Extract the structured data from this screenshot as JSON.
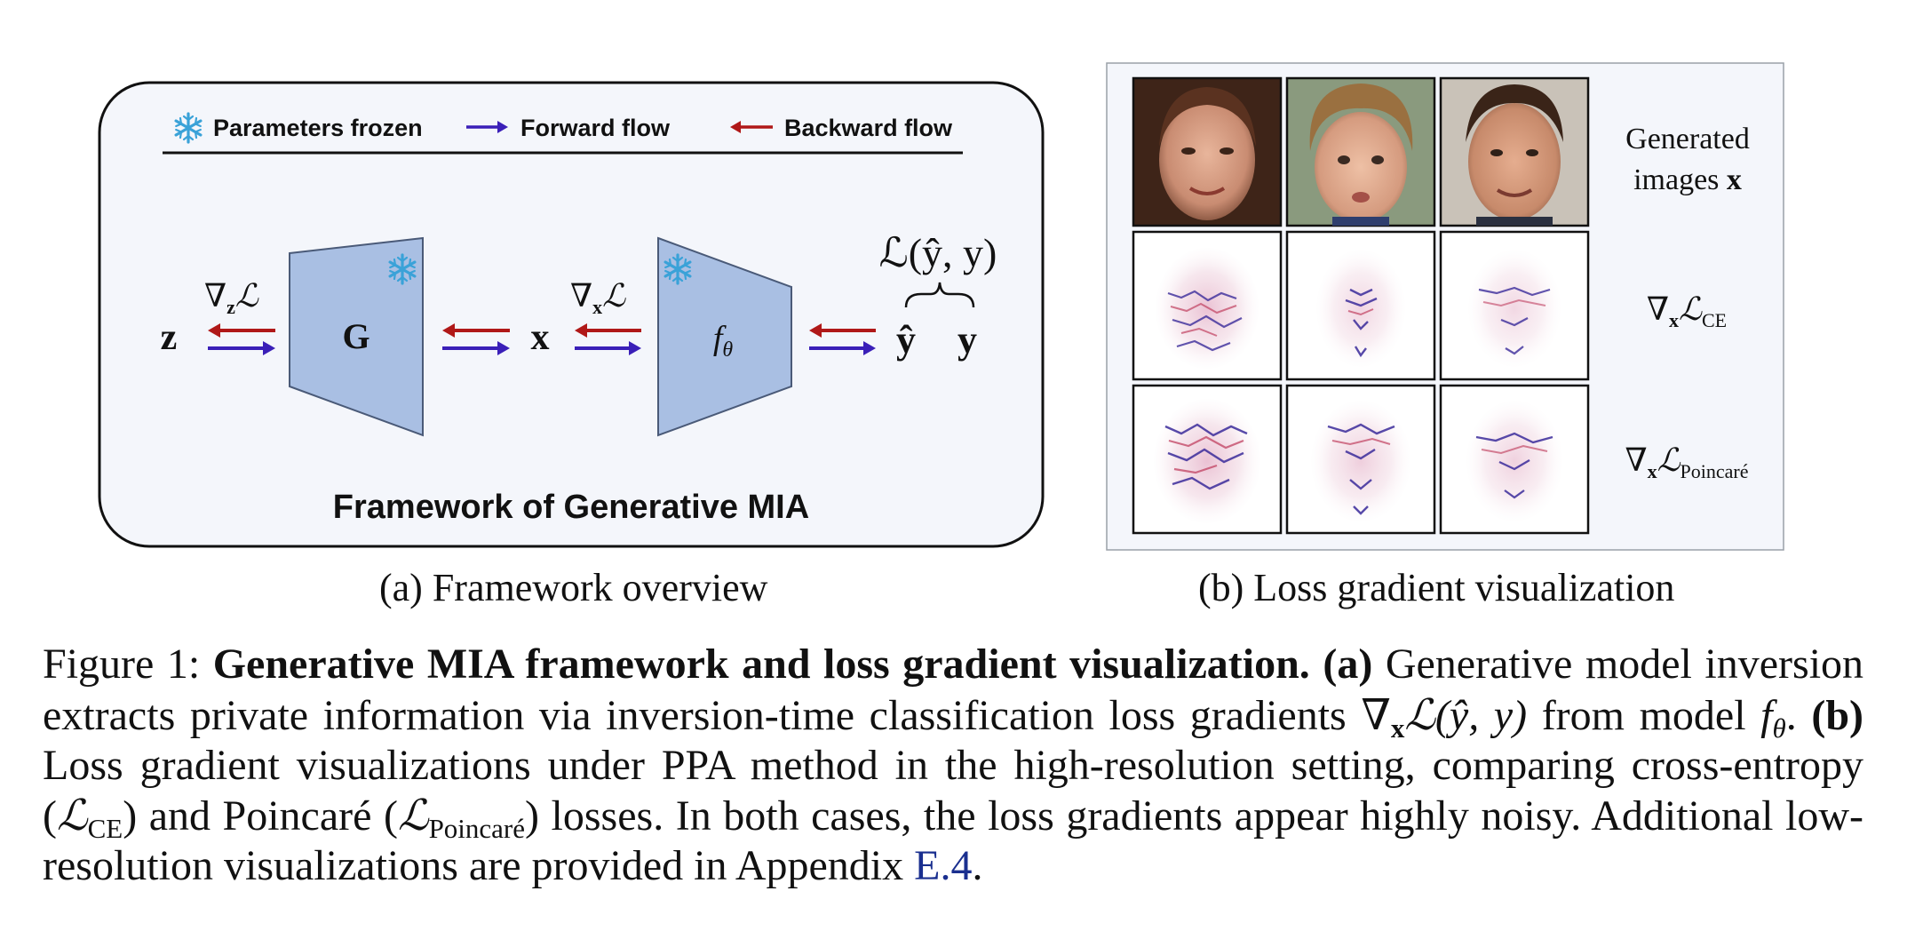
{
  "panel_a": {
    "legend": {
      "frozen": "Parameters frozen",
      "forward": "Forward flow",
      "backward": "Backward flow"
    },
    "nodes": {
      "z": "z",
      "generator": "G",
      "x": "x",
      "classifier_f": "f",
      "classifier_sub": "θ",
      "y_hat": "ŷ",
      "y": "y"
    },
    "grad_z": {
      "nabla": "∇",
      "sub": "z",
      "L": "ℒ"
    },
    "grad_x": {
      "nabla": "∇",
      "sub": "x",
      "L": "ℒ"
    },
    "loss": "ℒ(ŷ, y)",
    "title": "Framework of Generative MIA",
    "caption": "(a) Framework overview"
  },
  "panel_b": {
    "row_labels": {
      "row1_line1": "Generated",
      "row1_line2": "images",
      "row1_var": "x",
      "row2_nabla": "∇",
      "row2_sub": "x",
      "row2_L": "ℒ",
      "row2_subscript": "CE",
      "row3_nabla": "∇",
      "row3_sub": "x",
      "row3_L": "ℒ",
      "row3_subscript": "Poincaré"
    },
    "caption": "(b) Loss gradient visualization"
  },
  "figure_caption": {
    "lead": "Figure 1: ",
    "bold_title": "Generative MIA framework and loss gradient visualization.",
    "a_marker": "(a)",
    "a_text_1": " Generative model inversion extracts private information via inversion-time classification loss gradients ",
    "a_grad": "∇",
    "a_grad_sub": "x",
    "a_loss": "ℒ(ŷ, y)",
    "a_text_2": " from model ",
    "a_model": "f",
    "a_model_sub": "θ",
    "a_text_3": ". ",
    "b_marker": "(b)",
    "b_text_1": " Loss gradient visualizations under PPA method in the high-resolution setting, comparing cross-entropy (",
    "ce_L": "ℒ",
    "ce_sub": "CE",
    "b_text_2": ") and Poincaré (",
    "p_L": "ℒ",
    "p_sub": "Poincaré",
    "b_text_3": ") losses. In both cases, the loss gradients appear highly noisy. Additional low-resolution visualizations are provided in Appendix ",
    "appendix_ref": "E.4",
    "end": "."
  },
  "colors": {
    "forward_arrow": "#3a1fb8",
    "backward_arrow": "#b01818",
    "trapezoid_fill": "#a9bfe3",
    "snowflake": "#3aa2d8",
    "panel_bg": "#f4f6fb",
    "link": "#1a2f8f"
  },
  "icons": [
    "snowflake-icon",
    "forward-arrow-icon",
    "backward-arrow-icon"
  ]
}
